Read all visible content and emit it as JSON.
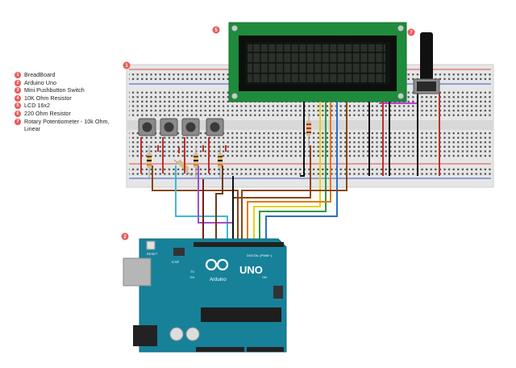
{
  "legend": [
    {
      "num": "1",
      "label": "BreadBoard"
    },
    {
      "num": "2",
      "label": "Arduino Uno"
    },
    {
      "num": "3",
      "label": "Mini Pushbutton Switch"
    },
    {
      "num": "4",
      "label": "10K Ohm Resistor"
    },
    {
      "num": "5",
      "label": "LCD 16x2"
    },
    {
      "num": "6",
      "label": "220 Ohm Resistor"
    },
    {
      "num": "7",
      "label": "Rotary Potentiometer - 10k Ohm, Linear"
    }
  ],
  "markers": {
    "breadboard": "1",
    "arduino": "2",
    "lcd": "5",
    "potentiometer": "7"
  },
  "arduino": {
    "brand": "Arduino",
    "model": "UNO",
    "reset": "RESET",
    "icsp": "ICSP",
    "digital": "DIGITAL (PWM~)",
    "tx": "TX",
    "rx": "RX",
    "on": "ON"
  },
  "colors": {
    "marker": "#e85a5a",
    "lcd_bezel": "#1f8b3c",
    "lcd_screen": "#111511",
    "arduino_board": "#17819a",
    "breadboard": "#e6e6e6"
  }
}
